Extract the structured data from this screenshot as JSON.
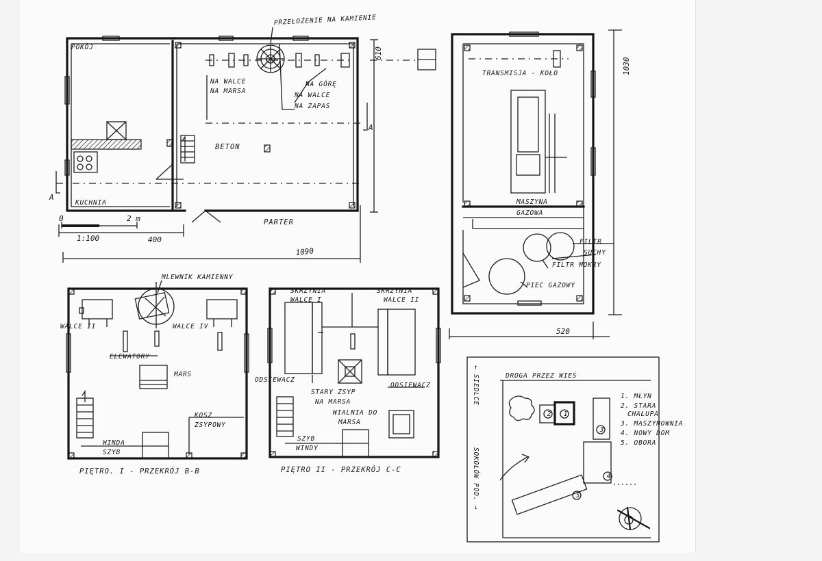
{
  "plan_parter": {
    "room_pokoj": "POKÓJ",
    "room_kuchnia": "KUCHNIA",
    "label_beton": "BETON",
    "label_parter": "PARTER",
    "label_przelozenie": "PRZEŁOŻENIE NA KAMIENIE",
    "label_na_walce_na_marsa": [
      "NA WALCE",
      "NA MARSA"
    ],
    "label_na_gore": [
      "NA GÓRĘ",
      "NA WALCE",
      "NA ZAPAS"
    ],
    "scale_text": "1:100",
    "scale_zero": "0",
    "scale_two": "2 m",
    "dim_400": "400",
    "dim_1090": "1090",
    "dim_610": "610",
    "section_a": "A"
  },
  "plan_machine": {
    "label_transmisja": "TRANSMISJA - KOŁO",
    "label_maszyna": [
      "MASZYNA",
      "GAZOWA"
    ],
    "label_filtr": [
      "FILTR",
      "SUCHY"
    ],
    "label_filtr_mokry": "FILTR MOKRY",
    "label_piec": "PIEC GAZOWY",
    "dim_1030": "1030",
    "dim_520": "520"
  },
  "plan_pietro1": {
    "label_mlewnik": "MLEWNIK KAMIENNY",
    "label_walce_ii": "WALCE II",
    "label_walce_iv": "WALCE IV",
    "label_elewatory": "ELEWATORY",
    "label_mars": "MARS",
    "label_kosz": [
      "KOSZ",
      "ZSYPOWY"
    ],
    "label_winda": [
      "WINDA",
      "SZYB"
    ],
    "caption": "PIĘTRO. I - PRZEKRÓJ B-B"
  },
  "plan_pietro2": {
    "label_skrzynia_i": [
      "SKRZYNIA",
      "WALCE I"
    ],
    "label_skrzynia_ii": [
      "SKRZYNIA",
      "WALCE II"
    ],
    "label_odsiewacz_l": "ODSIEWACZ",
    "label_odsiewacz_r": "ODSIEWACZ",
    "label_stary_zsyp": [
      "STARY ZSYP",
      "NA MARSA"
    ],
    "label_wialnia": [
      "WIALNIA DO",
      "MARSA"
    ],
    "label_szyb": [
      "SZYB",
      "WINDY"
    ],
    "caption": "PIĘTRO II - PRZEKRÓJ C-C"
  },
  "site_plan": {
    "road_top": "DROGA PRZEZ WIEŚ",
    "road_left": "← SIEDLCE",
    "road_left2": "SOKOŁÓW POD. →",
    "legend": [
      "1. MŁYN",
      "2. STARA",
      "CHAŁUPA",
      "3. MASZYNOWNIA",
      "4. NOWY DOM",
      "5. OBORA"
    ],
    "markers": [
      "1",
      "2",
      "3",
      "4",
      "5"
    ]
  }
}
